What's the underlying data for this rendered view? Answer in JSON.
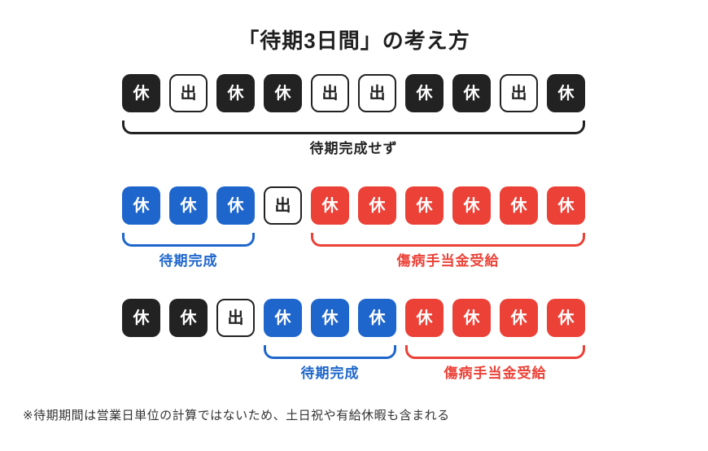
{
  "title": "「待期3日間」の考え方",
  "footnote": "※待期期間は営業日単位の計算ではないため、土日祝や有給休暇も含まれる",
  "cell_labels": {
    "rest": "休",
    "work": "出"
  },
  "colors": {
    "black": "#222222",
    "blue": "#1e66cc",
    "red": "#eb4137",
    "white": "#ffffff",
    "title_text": "#1f1f1f",
    "footnote_text": "#333333"
  },
  "rows": [
    {
      "cells": [
        {
          "label": "休",
          "color": "black"
        },
        {
          "label": "出",
          "color": "white"
        },
        {
          "label": "休",
          "color": "black"
        },
        {
          "label": "休",
          "color": "black"
        },
        {
          "label": "出",
          "color": "white"
        },
        {
          "label": "出",
          "color": "white"
        },
        {
          "label": "休",
          "color": "black"
        },
        {
          "label": "休",
          "color": "black"
        },
        {
          "label": "出",
          "color": "white"
        },
        {
          "label": "休",
          "color": "black"
        }
      ],
      "brackets": [
        {
          "from": 0,
          "to": 9,
          "color": "black",
          "label": "待期完成せず"
        }
      ]
    },
    {
      "cells": [
        {
          "label": "休",
          "color": "blue"
        },
        {
          "label": "休",
          "color": "blue"
        },
        {
          "label": "休",
          "color": "blue"
        },
        {
          "label": "出",
          "color": "white"
        },
        {
          "label": "休",
          "color": "red"
        },
        {
          "label": "休",
          "color": "red"
        },
        {
          "label": "休",
          "color": "red"
        },
        {
          "label": "休",
          "color": "red"
        },
        {
          "label": "休",
          "color": "red"
        },
        {
          "label": "休",
          "color": "red"
        }
      ],
      "brackets": [
        {
          "from": 0,
          "to": 2,
          "color": "blue",
          "label": "待期完成"
        },
        {
          "from": 4,
          "to": 9,
          "color": "red",
          "label": "傷病手当金受給"
        }
      ]
    },
    {
      "cells": [
        {
          "label": "休",
          "color": "black"
        },
        {
          "label": "休",
          "color": "black"
        },
        {
          "label": "出",
          "color": "white"
        },
        {
          "label": "休",
          "color": "blue"
        },
        {
          "label": "休",
          "color": "blue"
        },
        {
          "label": "休",
          "color": "blue"
        },
        {
          "label": "休",
          "color": "red"
        },
        {
          "label": "休",
          "color": "red"
        },
        {
          "label": "休",
          "color": "red"
        },
        {
          "label": "休",
          "color": "red"
        }
      ],
      "brackets": [
        {
          "from": 3,
          "to": 5,
          "color": "blue",
          "label": "待期完成"
        },
        {
          "from": 6,
          "to": 9,
          "color": "red",
          "label": "傷病手当金受給"
        }
      ]
    }
  ]
}
